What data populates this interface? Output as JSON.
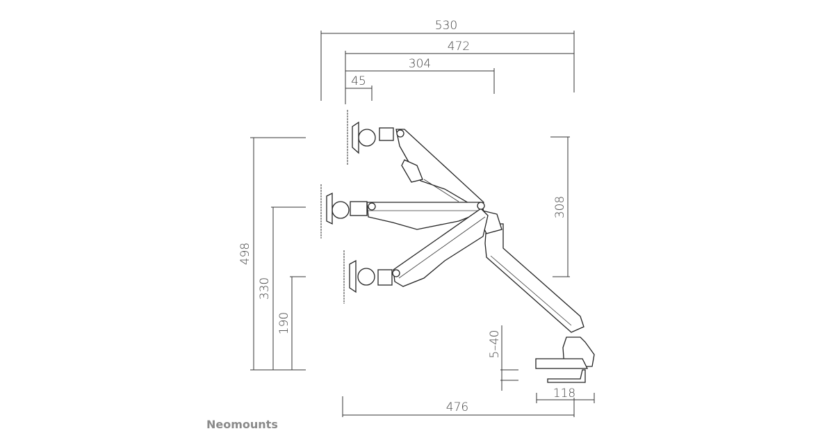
{
  "brand": "Neomounts",
  "dimensions": {
    "overall_depth": "530",
    "max_reach": "472",
    "arm_reach": "304",
    "min_offset": "45",
    "overall_height": "498",
    "mid_height": "330",
    "min_height": "190",
    "height_adjustment": "308",
    "desk_thickness": "5–40",
    "base_depth": "476",
    "clamp_width": "118"
  },
  "colors": {
    "line": "#222222",
    "text": "#444444",
    "brand": "#8a8a8a"
  }
}
